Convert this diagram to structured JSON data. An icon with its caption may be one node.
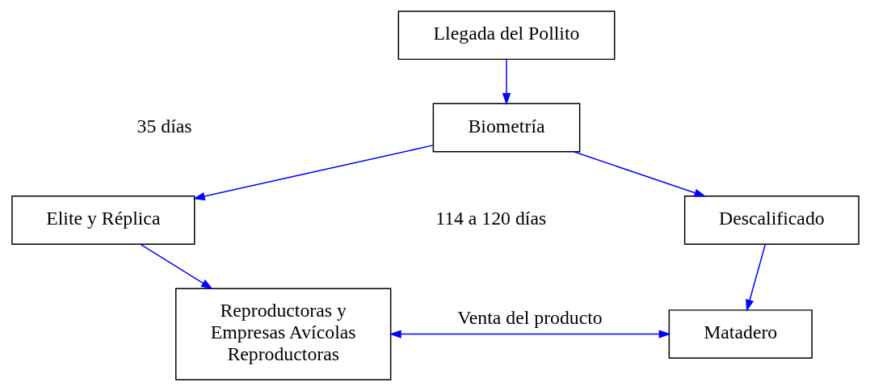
{
  "diagram": {
    "nodes": [
      {
        "text": [
          "Llegada del Pollito"
        ]
      },
      {
        "text": [
          "Biometría"
        ]
      },
      {
        "text": [
          "Elite y Réplica"
        ]
      },
      {
        "text": [
          "Descalificado"
        ]
      },
      {
        "text": [
          "Reproductoras y Empresas Avícolas Reproductoras"
        ]
      },
      {
        "text": [
          "Matadero"
        ]
      }
    ],
    "edges": [
      {
        "from": 0,
        "to": 1,
        "arrow": "to"
      },
      {
        "from": 1,
        "to": 2,
        "arrow": "to"
      },
      {
        "from": 1,
        "to": 3,
        "arrow": "to"
      },
      {
        "from": 2,
        "to": 4,
        "arrow": "to"
      },
      {
        "from": 3,
        "to": 5,
        "arrow": "to"
      },
      {
        "from": 4,
        "to": 5,
        "arrow": "both",
        "label": "Venta del producto"
      }
    ],
    "labels": [
      "35 días",
      "114 a 120 días"
    ]
  }
}
